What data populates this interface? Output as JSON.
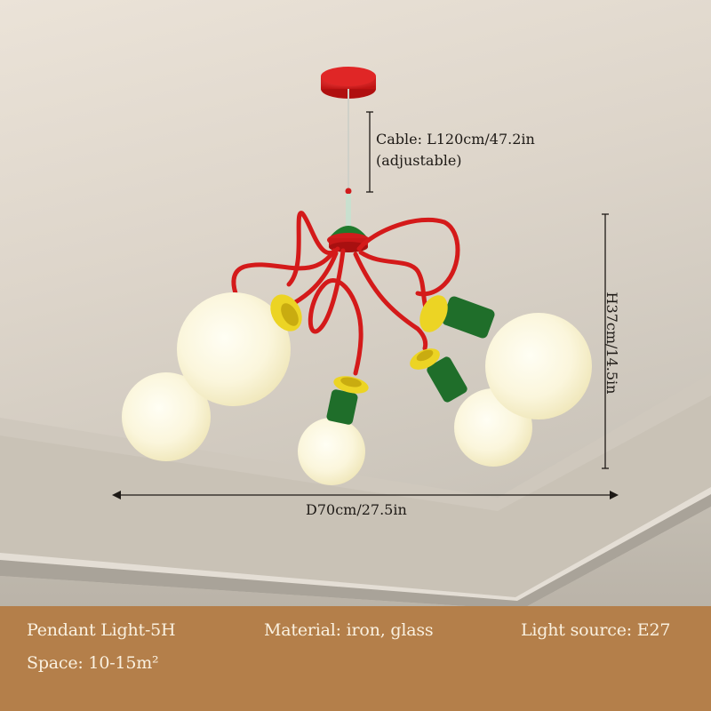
{
  "product_image": {
    "subject": "Red, green and yellow 5-head pendant light with frosted glass globe bulbs hanging from a ceiling",
    "colors": {
      "arms": "#d41a1a",
      "canopy": "#d8201e",
      "socket_green": "#1f6e2a",
      "collar_yellow": "#ecd424",
      "globe": "#fbf6dc",
      "ceiling": "#e6ddd1",
      "info_bar": "#b47f4a",
      "info_text": "#faf1e0"
    }
  },
  "dimensions": {
    "cable_line1": "Cable: L120cm/47.2in",
    "cable_line2": "(adjustable)",
    "height": "H37cm/14.5in",
    "diameter": "D70cm/27.5in"
  },
  "info_bar": {
    "model": "Pendant Light-5H",
    "material": "Material: iron, glass",
    "light_source": "Light source: E27",
    "space": "Space: 10-15m²"
  }
}
